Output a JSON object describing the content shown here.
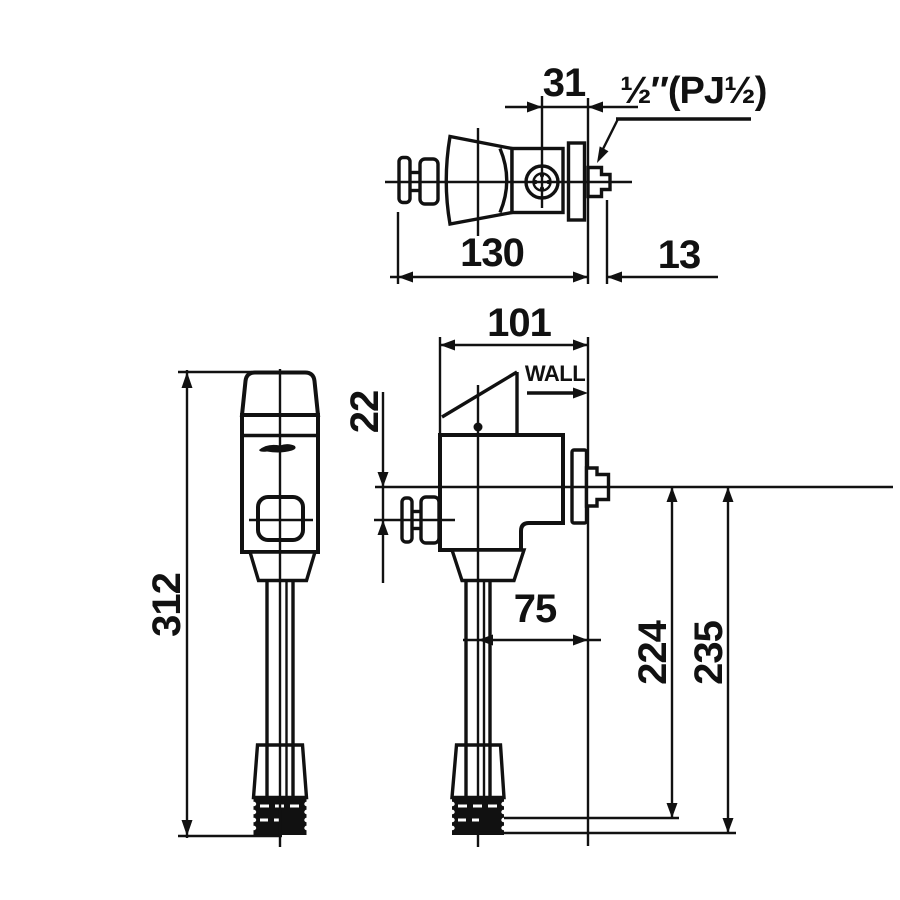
{
  "drawing": {
    "description": "Flush valve technical dimension drawing, three orthographic views",
    "colors": {
      "ink": "#111111",
      "background": "#ffffff"
    },
    "views": {
      "top": {
        "dims": {
          "d31": "31",
          "d130": "130",
          "d13": "13"
        },
        "thread_label": "½″(PJ½)"
      },
      "front": {
        "wall_label": "WALL",
        "dims": {
          "d101": "101",
          "d22": "22",
          "d75": "75",
          "d224": "224",
          "d235": "235"
        }
      },
      "side": {
        "dims": {
          "d312": "312"
        }
      }
    }
  }
}
